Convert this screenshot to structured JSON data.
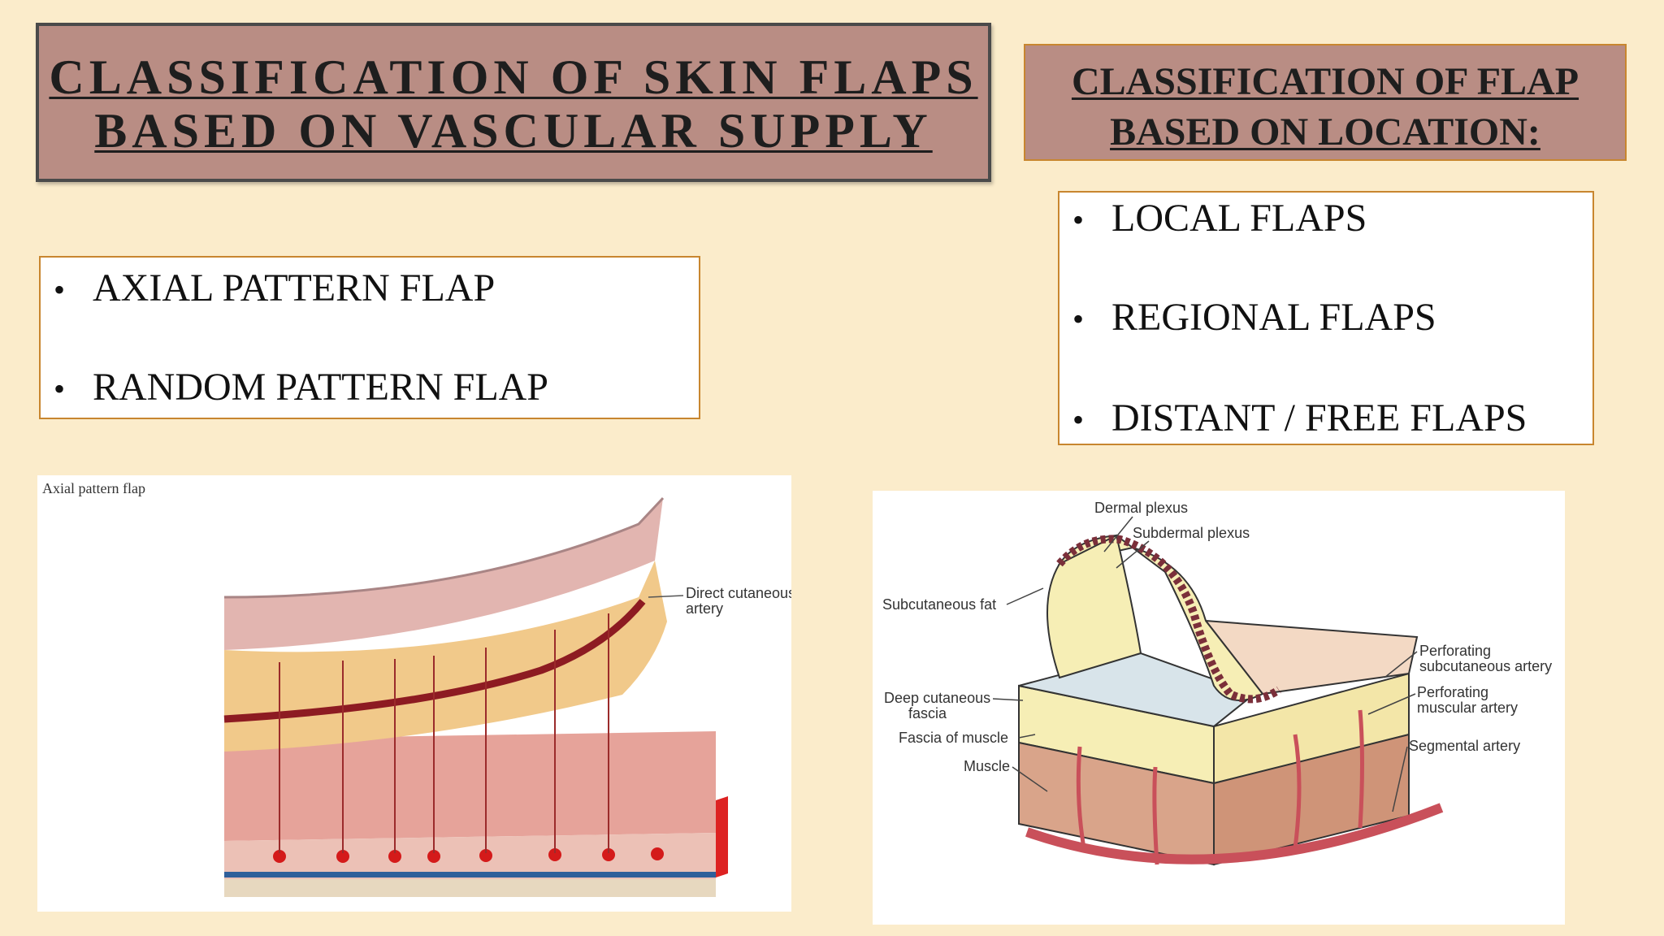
{
  "left_title": {
    "line1": "CLASSIFICATION OF SKIN FLAPS",
    "line2": "BASED ON VASCULAR SUPPLY"
  },
  "right_title": {
    "line1": "CLASSIFICATION OF FLAP",
    "line2": "BASED ON LOCATION:"
  },
  "vascular_list": [
    "AXIAL PATTERN FLAP",
    "RANDOM PATTERN FLAP"
  ],
  "location_list": [
    "LOCAL FLAPS",
    "REGIONAL FLAPS",
    "DISTANT / FREE FLAPS"
  ],
  "bullet_symbol": "•",
  "figure_left": {
    "title": "Axial pattern flap",
    "label_artery_line1": "Direct cutaneous",
    "label_artery_line2": "artery"
  },
  "figure_right": {
    "labels": {
      "dermal_plexus": "Dermal plexus",
      "subdermal_plexus": "Subdermal plexus",
      "subcutaneous_fat": "Subcutaneous fat",
      "perforating_subcutaneous_line1": "Perforating",
      "perforating_subcutaneous_line2": "subcutaneous artery",
      "deep_cutaneous_line1": "Deep cutaneous",
      "deep_cutaneous_line2": "fascia",
      "perforating_muscular_line1": "Perforating",
      "perforating_muscular_line2": "muscular artery",
      "fascia_of_muscle": "Fascia of muscle",
      "segmental_artery": "Segmental artery",
      "muscle": "Muscle"
    }
  },
  "colors": {
    "background": "#fbeccb",
    "title_fill": "#b98d84",
    "box_border": "#c8862f"
  }
}
